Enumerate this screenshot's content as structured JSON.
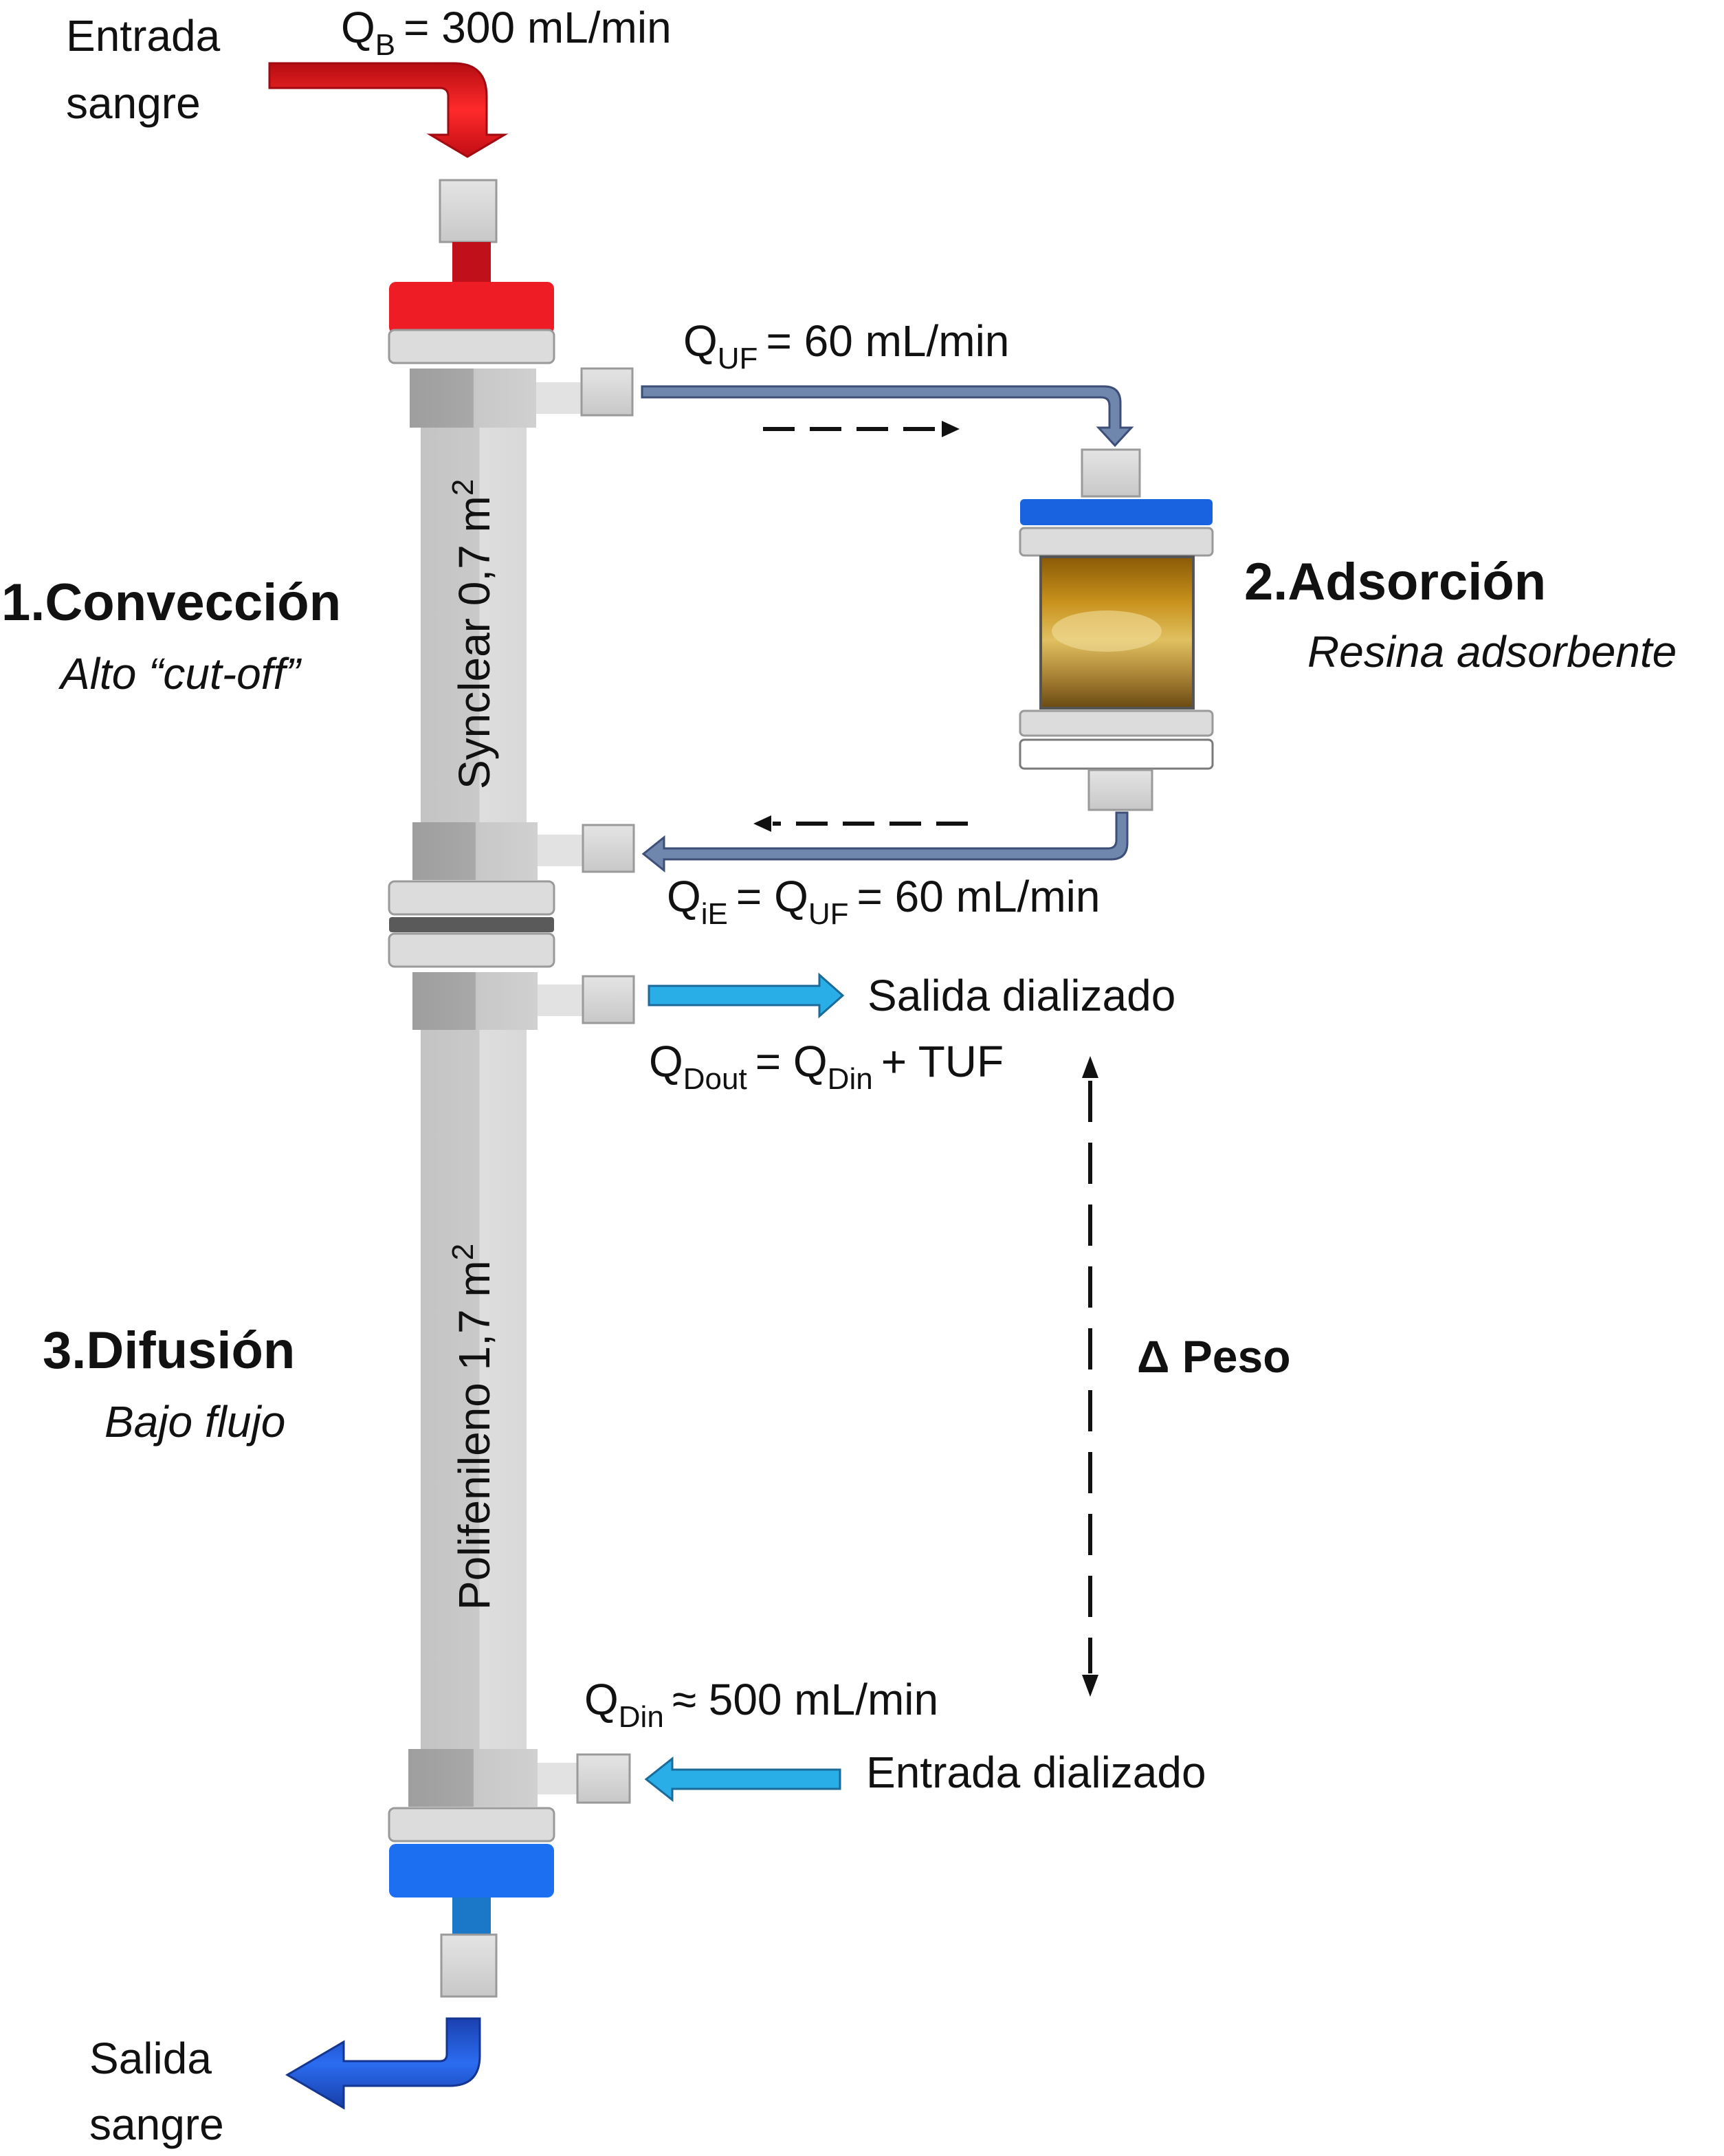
{
  "blood_in": {
    "label_line1": "Entrada",
    "label_line2": "sangre",
    "flow_symbol": "Q",
    "flow_sub": "B",
    "flow_value": "= 300 mL/min",
    "color": "#e8101a"
  },
  "blood_out": {
    "label_line1": "Salida",
    "label_line2": "sangre",
    "color": "#1f4fc8"
  },
  "ultrafiltrate": {
    "flow_symbol": "Q",
    "flow_sub": "UF",
    "flow_value": "= 60 mL/min",
    "color": "#6f86ad"
  },
  "reinfusion": {
    "flow_symbol": "Q",
    "flow_sub": "iE",
    "equals_symbol": "= Q",
    "equals_sub": "UF",
    "flow_value": "= 60 mL/min"
  },
  "dialysate_out": {
    "label": "Salida dializado",
    "flow_symbol": "Q",
    "flow_sub": "Dout",
    "equals_symbol": "= Q",
    "equals_sub": "Din",
    "tail": "+ TUF",
    "color": "#29aee8"
  },
  "dialysate_in": {
    "label": "Entrada dializado",
    "flow_symbol": "Q",
    "flow_sub": "Din",
    "flow_value": "≈ 500 mL/min"
  },
  "weight_delta": {
    "label": "Δ Peso"
  },
  "step1": {
    "title": "1.Convección",
    "subtitle": "Alto “cut-off”"
  },
  "step2": {
    "title": "2.Adsorción",
    "subtitle": "Resina adsorbente"
  },
  "step3": {
    "title": "3.Difusión",
    "subtitle": "Bajo flujo"
  },
  "filter_top": {
    "label": "Synclear 0,7 m",
    "sup": "2"
  },
  "filter_bottom": {
    "label": "Polifenileno 1,7 m",
    "sup": "2"
  },
  "colors": {
    "red_cap": "#ee1c24",
    "blue_cap": "#1b6ff0",
    "cartridge_cap": "#1a63e0",
    "gray_light": "#d9d9d9",
    "gray_mid": "#b0b0b0",
    "gray_dark": "#5a5a5a",
    "resin": "#c69a2a"
  }
}
